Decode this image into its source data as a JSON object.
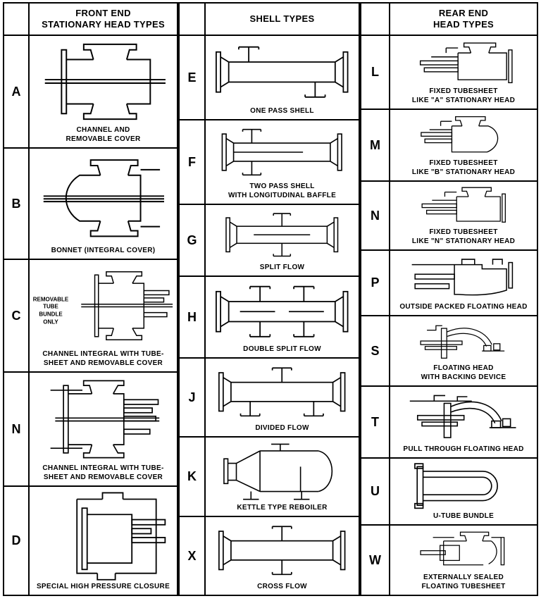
{
  "page": {
    "background": "#ffffff",
    "line_color": "#000000"
  },
  "table": {
    "front": {
      "header": "FRONT END\nSTATIONARY HEAD TYPES",
      "rows": [
        {
          "letter": "A",
          "caption": "CHANNEL AND\nREMOVABLE COVER"
        },
        {
          "letter": "B",
          "caption": "BONNET (INTEGRAL COVER)"
        },
        {
          "letter": "C",
          "caption": "CHANNEL INTEGRAL WITH TUBE-\nSHEET AND REMOVABLE COVER",
          "note": "REMOVABLE\nTUBE\nBUNDLE\nONLY"
        },
        {
          "letter": "N",
          "caption": "CHANNEL INTEGRAL WITH TUBE-\nSHEET AND REMOVABLE COVER"
        },
        {
          "letter": "D",
          "caption": "SPECIAL HIGH PRESSURE CLOSURE"
        }
      ]
    },
    "shell": {
      "header": "SHELL TYPES",
      "rows": [
        {
          "letter": "E",
          "caption": "ONE PASS SHELL"
        },
        {
          "letter": "F",
          "caption": "TWO PASS SHELL\nWITH LONGITUDINAL BAFFLE"
        },
        {
          "letter": "G",
          "caption": "SPLIT FLOW"
        },
        {
          "letter": "H",
          "caption": "DOUBLE SPLIT FLOW"
        },
        {
          "letter": "J",
          "caption": "DIVIDED FLOW"
        },
        {
          "letter": "K",
          "caption": "KETTLE TYPE REBOILER"
        },
        {
          "letter": "X",
          "caption": "CROSS FLOW"
        }
      ]
    },
    "rear": {
      "header": "REAR END\nHEAD TYPES",
      "rows": [
        {
          "letter": "L",
          "caption": "FIXED TUBESHEET\nLIKE \"A\" STATIONARY HEAD"
        },
        {
          "letter": "M",
          "caption": "FIXED TUBESHEET\nLIKE \"B\" STATIONARY HEAD"
        },
        {
          "letter": "N",
          "caption": "FIXED TUBESHEET\nLIKE \"N\" STATIONARY HEAD"
        },
        {
          "letter": "P",
          "caption": "OUTSIDE PACKED FLOATING HEAD"
        },
        {
          "letter": "S",
          "caption": "FLOATING HEAD\nWITH BACKING DEVICE"
        },
        {
          "letter": "T",
          "caption": "PULL THROUGH FLOATING HEAD"
        },
        {
          "letter": "U",
          "caption": "U-TUBE BUNDLE"
        },
        {
          "letter": "W",
          "caption": "EXTERNALLY SEALED\nFLOATING TUBESHEET"
        }
      ]
    }
  }
}
